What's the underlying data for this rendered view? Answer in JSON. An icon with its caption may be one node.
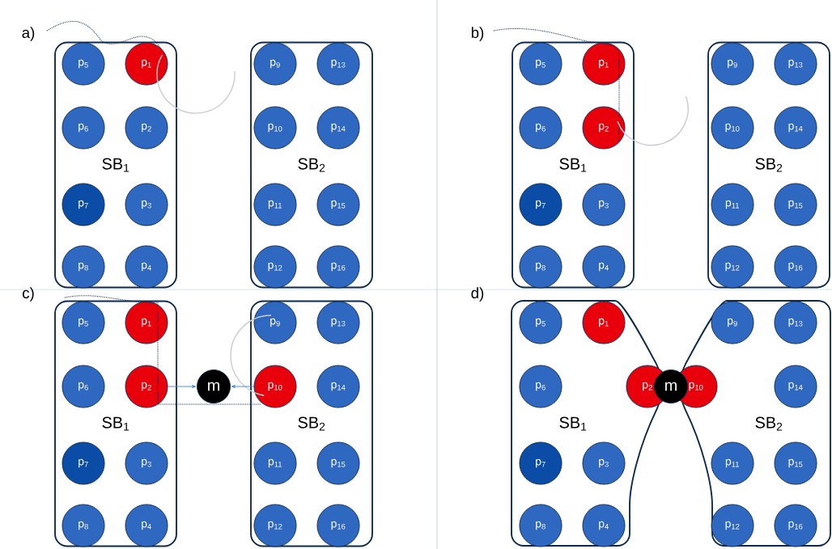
{
  "diagram": {
    "nodes": [
      {
        "text": [
          "SB$_{1}$"
        ]
      },
      {
        "text": [
          "p$_{5}$"
        ],
        "in": 0
      },
      {
        "text": [
          "p$_{1}$"
        ],
        "in": 0
      },
      {
        "text": [
          "p$_{6}$"
        ],
        "in": 0
      },
      {
        "text": [
          "p$_{2}$"
        ],
        "in": 0
      },
      {
        "text": [
          "p$_{7}$"
        ],
        "in": 0
      },
      {
        "text": [
          "p$_{3}$"
        ],
        "in": 0
      },
      {
        "text": [
          "p$_{8}$"
        ],
        "in": 0
      },
      {
        "text": [
          "p$_{4}$"
        ],
        "in": 0
      },
      {
        "text": [
          "SB$_{2}$"
        ]
      },
      {
        "text": [
          "p$_{9}$"
        ],
        "in": 9
      },
      {
        "text": [
          "p$_{13}$"
        ],
        "in": 9
      },
      {
        "text": [
          "p$_{10}$"
        ],
        "in": 9
      },
      {
        "text": [
          "p$_{14}$"
        ],
        "in": 9
      },
      {
        "text": [
          "p$_{11}$"
        ],
        "in": 9
      },
      {
        "text": [
          "p$_{15}$"
        ],
        "in": 9
      },
      {
        "text": [
          "p$_{12}$"
        ],
        "in": 9
      },
      {
        "text": [
          "p$_{16}$"
        ],
        "in": 9
      },
      {
        "text": [
          "SB$_{1}$"
        ]
      },
      {
        "text": [
          "p$_{5}$"
        ],
        "in": 18
      },
      {
        "text": [
          "p$_{1}$"
        ],
        "in": 18
      },
      {
        "text": [
          "p$_{6}$"
        ],
        "in": 18
      },
      {
        "text": [
          "p$_{2}$"
        ],
        "in": 18
      },
      {
        "text": [
          "p$_{7}$"
        ],
        "in": 18
      },
      {
        "text": [
          "p$_{3}$"
        ],
        "in": 18
      },
      {
        "text": [
          "p$_{8}$"
        ],
        "in": 18
      },
      {
        "text": [
          "p$_{4}$"
        ],
        "in": 18
      },
      {
        "text": [
          "SB$_{2}$"
        ]
      },
      {
        "text": [
          "p$_{9}$"
        ],
        "in": 27
      },
      {
        "text": [
          "p$_{13}$"
        ],
        "in": 27
      },
      {
        "text": [
          "p$_{10}$"
        ],
        "in": 27
      },
      {
        "text": [
          "p$_{14}$"
        ],
        "in": 27
      },
      {
        "text": [
          "p$_{11}$"
        ],
        "in": 27
      },
      {
        "text": [
          "p$_{15}$"
        ],
        "in": 27
      },
      {
        "text": [
          "p$_{12}$"
        ],
        "in": 27
      },
      {
        "text": [
          "p$_{16}$"
        ],
        "in": 27
      },
      {
        "text": [
          "SB$_{1}$"
        ]
      },
      {
        "text": [
          "p$_{5}$"
        ],
        "in": 36
      },
      {
        "text": [
          "p$_{1}$"
        ],
        "in": 36
      },
      {
        "text": [
          "p$_{6}$"
        ],
        "in": 36
      },
      {
        "text": [
          "p$_{2}$"
        ],
        "in": 36
      },
      {
        "text": [
          "p$_{7}$"
        ],
        "in": 36
      },
      {
        "text": [
          "p$_{3}$"
        ],
        "in": 36
      },
      {
        "text": [
          "p$_{8}$"
        ],
        "in": 36
      },
      {
        "text": [
          "p$_{4}$"
        ],
        "in": 36
      },
      {
        "text": [
          "SB$_{2}$"
        ]
      },
      {
        "text": [
          "p$_{9}$"
        ],
        "in": 45
      },
      {
        "text": [
          "p$_{13}$"
        ],
        "in": 45
      },
      {
        "text": [
          "p$_{10}$"
        ],
        "in": 45
      },
      {
        "text": [
          "p$_{14}$"
        ],
        "in": 45
      },
      {
        "text": [
          "p$_{11}$"
        ],
        "in": 45
      },
      {
        "text": [
          "p$_{15}$"
        ],
        "in": 45
      },
      {
        "text": [
          "p$_{12}$"
        ],
        "in": 45
      },
      {
        "text": [
          "p$_{16}$"
        ],
        "in": 45
      },
      {
        "text": [
          "m"
        ]
      },
      {
        "text": [
          "SB$_{1}$"
        ]
      },
      {
        "text": [
          "p$_{5}$"
        ],
        "in": 55
      },
      {
        "text": [
          "p$_{1}$"
        ],
        "in": 55
      },
      {
        "text": [
          "p$_{6}$"
        ],
        "in": 55
      },
      {
        "text": [
          "p$_{2}$"
        ],
        "in": 55
      },
      {
        "text": [
          "p$_{7}$"
        ],
        "in": 55
      },
      {
        "text": [
          "p$_{3}$"
        ],
        "in": 55
      },
      {
        "text": [
          "p$_{8}$"
        ],
        "in": 55
      },
      {
        "text": [
          "p$_{4}$"
        ],
        "in": 55
      },
      {
        "text": [
          "SB$_{2}$"
        ]
      },
      {
        "text": [
          "p$_{9}$"
        ],
        "in": 64
      },
      {
        "text": [
          "p$_{13}$"
        ],
        "in": 64
      },
      {
        "text": [
          "p$_{10}$"
        ],
        "in": 64
      },
      {
        "text": [
          "p$_{14}$"
        ],
        "in": 64
      },
      {
        "text": [
          "p$_{11}$"
        ],
        "in": 64
      },
      {
        "text": [
          "p$_{15}$"
        ],
        "in": 64
      },
      {
        "text": [
          "p$_{12}$"
        ],
        "in": 64
      },
      {
        "text": [
          "p$_{16}$"
        ],
        "in": 64
      },
      {
        "text": [
          "m"
        ]
      }
    ],
    "edges": [
      {
        "from": 40,
        "to": 54,
        "arrow": "to"
      },
      {
        "from": 48,
        "to": 54,
        "arrow": "to"
      }
    ],
    "labels": [
      "a)",
      "b)",
      "c)",
      "d)"
    ]
  }
}
